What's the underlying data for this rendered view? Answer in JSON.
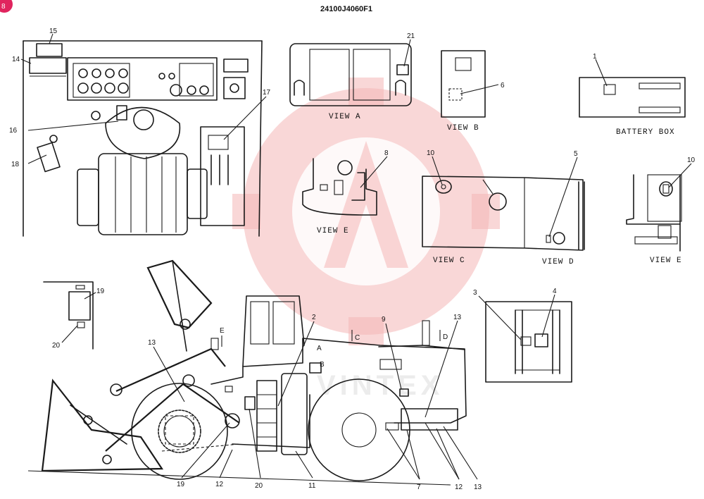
{
  "drawing_number": "24100J4060F1",
  "corner_badge": "8",
  "watermark_text": "VINTEX",
  "views": {
    "view_a": "VIEW A",
    "view_b": "VIEW B",
    "battery_box": "BATTERY BOX",
    "view_e_left": "VIEW E",
    "view_c": "VIEW C",
    "view_d": "VIEW D",
    "view_e_right": "VIEW E"
  },
  "section_marks": {
    "e": "E",
    "c": "C",
    "d": "D",
    "a": "A",
    "b": "B"
  },
  "callouts": {
    "c1": "1",
    "c2": "2",
    "c3": "3",
    "c4": "4",
    "c5": "5",
    "c6": "6",
    "c7": "7",
    "c8": "8",
    "c9": "9",
    "c10a": "10",
    "c10b": "10",
    "c11": "11",
    "c12a": "12",
    "c12b": "12",
    "c13a": "13",
    "c13b": "13",
    "c13c": "13",
    "c14": "14",
    "c15": "15",
    "c16": "16",
    "c17": "17",
    "c18": "18",
    "c19a": "19",
    "c19b": "19",
    "c20a": "20",
    "c20b": "20",
    "c21": "21"
  }
}
